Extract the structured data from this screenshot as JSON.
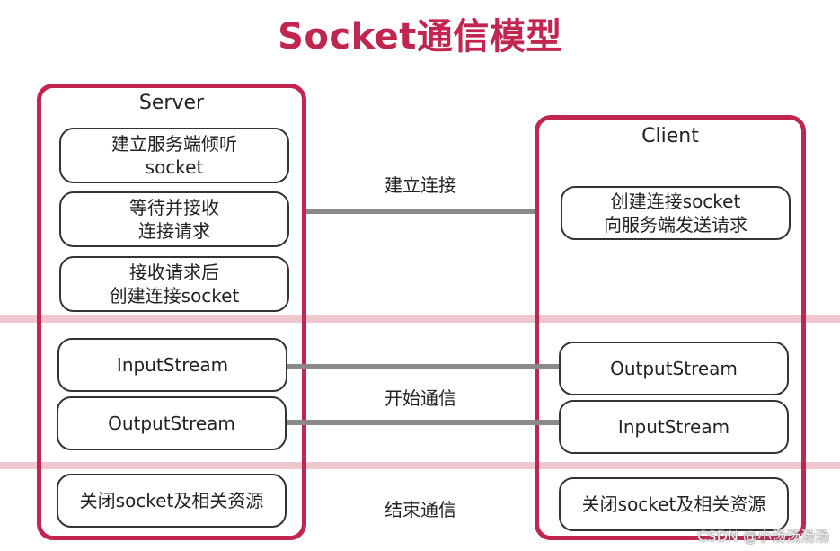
{
  "title": "Socket通信模型",
  "server": {
    "label": "Server",
    "boxes": {
      "listen": [
        "建立服务端倾听",
        "socket"
      ],
      "wait": [
        "等待并接收",
        "连接请求"
      ],
      "accept": [
        "接收请求后",
        "创建连接socket"
      ],
      "input": "InputStream",
      "output": "OutputStream",
      "close": "关闭socket及相关资源"
    }
  },
  "client": {
    "label": "Client",
    "boxes": {
      "create": [
        "创建连接socket",
        "向服务端发送请求"
      ],
      "output": "OutputStream",
      "input": "InputStream",
      "close": "关闭socket及相关资源"
    }
  },
  "phases": {
    "connect": "建立连接",
    "communicate": "开始通信",
    "end": "结束通信"
  },
  "watermark": "CSDN @小汤汤汤汤",
  "colors": {
    "accent": "#c0264f",
    "band": "#eec7d1",
    "connector": "#8a8a8a"
  }
}
